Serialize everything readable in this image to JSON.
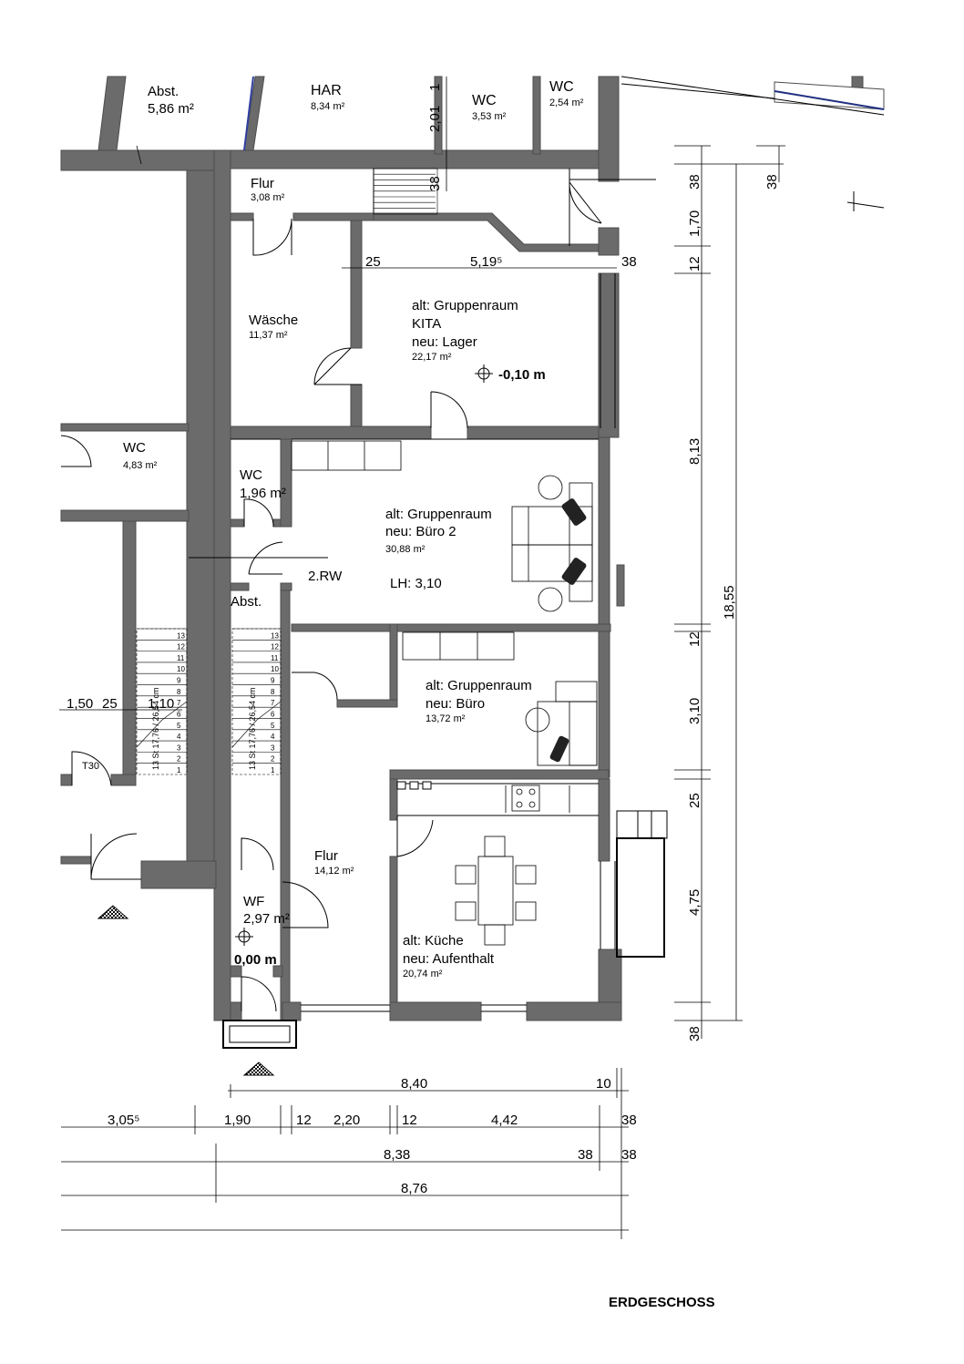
{
  "title": "ERDGESCHOSS",
  "rooms": {
    "abst_top": {
      "name": "Abst.",
      "area": "5,86 m²"
    },
    "har": {
      "name": "HAR",
      "area": "8,34 m²"
    },
    "wc_353": {
      "name": "WC",
      "area": "3,53 m²"
    },
    "wc_254": {
      "name": "WC",
      "area": "2,54 m²"
    },
    "flur_top": {
      "name": "Flur",
      "area": "3,08 m²"
    },
    "waesche": {
      "name": "Wäsche",
      "area": "11,37 m²"
    },
    "lager": {
      "line1": "alt: Gruppenraum",
      "line2": "KITA",
      "line3": "neu: Lager",
      "area": "22,17 m²",
      "level": "-0,10 m"
    },
    "wc_483": {
      "name": "WC",
      "area": "4,83 m²"
    },
    "wc_196": {
      "name": "WC",
      "area": "1,96 m²"
    },
    "buero2": {
      "line1": "alt: Gruppenraum",
      "line2": "neu: Büro 2",
      "area": "30,88 m²",
      "lh": "LH: 3,10"
    },
    "rw": {
      "name": "2.RW"
    },
    "abst_mid": {
      "name": "Abst."
    },
    "buero": {
      "line1": "alt: Gruppenraum",
      "line2": "neu: Büro",
      "area": "13,72 m²"
    },
    "flur_main": {
      "name": "Flur",
      "area": "14,12 m²"
    },
    "wf": {
      "name": "WF",
      "area": "2,97 m²",
      "level": "0,00 m"
    },
    "kueche": {
      "line1": "alt: Küche",
      "line2": "neu: Aufenthalt",
      "area": "20,74 m²"
    },
    "t30": {
      "name": "T30"
    }
  },
  "stairs": {
    "steps": [
      "1",
      "2",
      "3",
      "4",
      "5",
      "6",
      "7",
      "8",
      "9",
      "10",
      "11",
      "12",
      "13"
    ],
    "label_left": "13 St 17,76 / 26,54 cm",
    "label_right": "13 St 17,76 / 26,54 cm"
  },
  "dimensions": {
    "top_201": "2,01",
    "top_1": "1",
    "top_38": "38",
    "d25": "25",
    "d519": "5,19⁵",
    "d38_right": "38",
    "r_38a": "38",
    "r_38b": "38",
    "r_170": "1,70",
    "r_12a": "12",
    "r_813": "8,13",
    "r_1855": "18,55",
    "r_12b": "12",
    "r_310": "3,10",
    "r_25": "25",
    "r_475": "4,75",
    "r_38c": "38",
    "left_150": "1,50",
    "left_25": "25",
    "left_110": "1,10",
    "b_840": "8,40",
    "b_10": "10",
    "b_3055": "3,05⁵",
    "b_190": "1,90",
    "b_12a": "12",
    "b_220": "2,20",
    "b_12b": "12",
    "b_442": "4,42",
    "b_38a": "38",
    "b_838": "8,38",
    "b_38b": "38",
    "b_38c": "38",
    "b_876": "8,76"
  }
}
